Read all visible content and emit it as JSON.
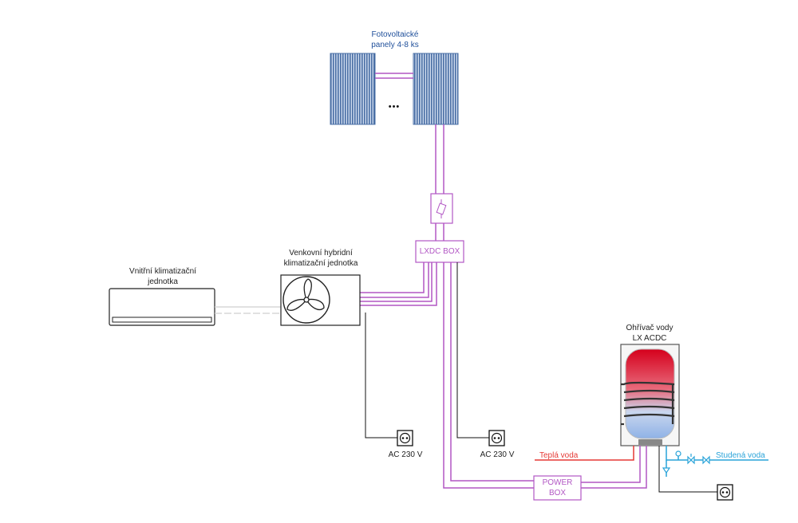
{
  "labels": {
    "pv_line1": "Fotovoltaické",
    "pv_line2": "panely 4-8 ks",
    "pv_more": "•••",
    "indoor_line1": "Vnitřní klimatizační",
    "indoor_line2": "jednotka",
    "outdoor_line1": "Venkovní hybridní",
    "outdoor_line2": "klimatizační jednotka",
    "lxdc_box": "LXDC BOX",
    "ac_left": "AC 230 V",
    "ac_right": "AC 230 V",
    "power_box_line1": "POWER",
    "power_box_line2": "BOX",
    "heater_line1": "Ohřívač vody",
    "heater_line2": "LX ACDC",
    "hot_water": "Teplá voda",
    "cold_water": "Studená voda"
  },
  "colors": {
    "cable": "#b257c4",
    "panel": "#4a6fa5",
    "hot": "#e53935",
    "cold": "#29a3d9",
    "line": "#111111"
  }
}
